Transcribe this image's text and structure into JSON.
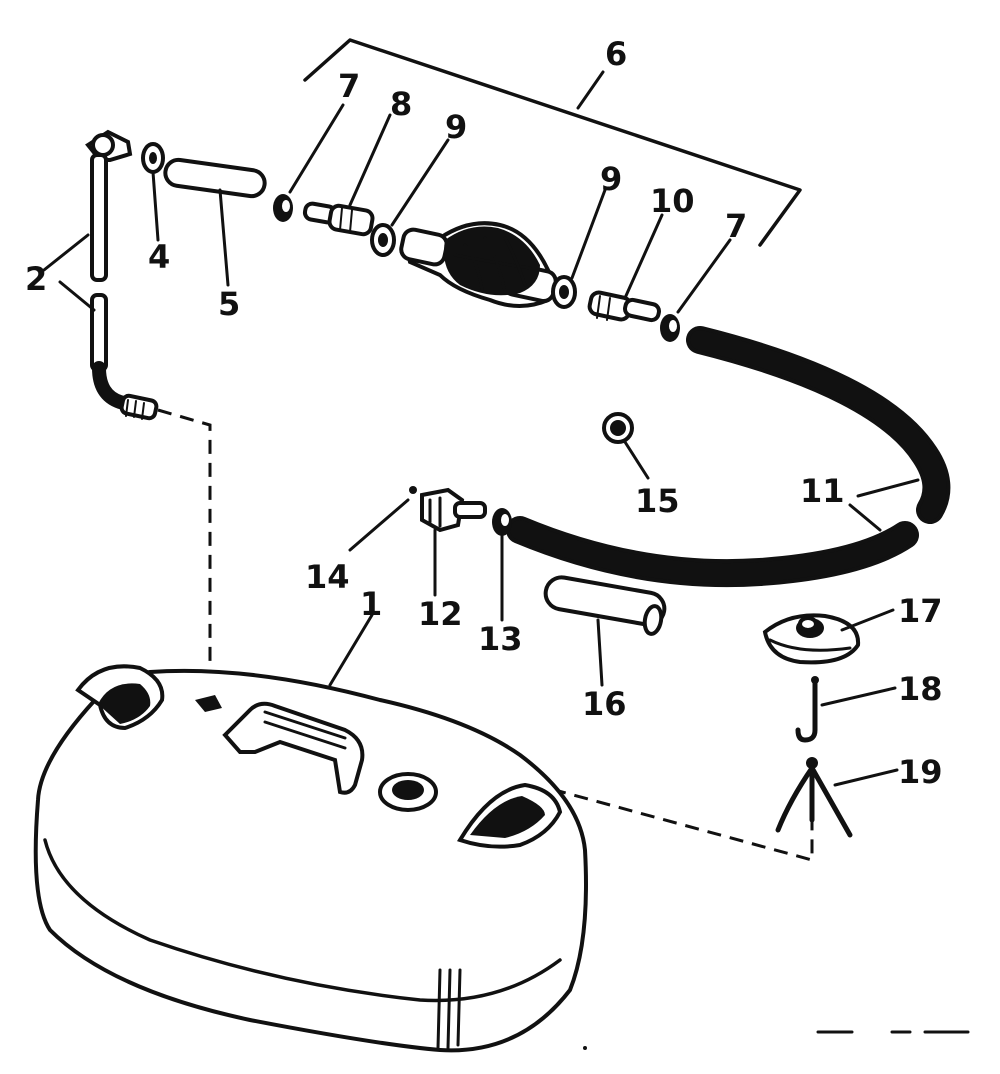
{
  "diagram": {
    "callouts": [
      {
        "id": "1",
        "label": "1"
      },
      {
        "id": "2",
        "label": "2"
      },
      {
        "id": "4",
        "label": "4"
      },
      {
        "id": "5",
        "label": "5"
      },
      {
        "id": "6",
        "label": "6"
      },
      {
        "id": "7a",
        "label": "7"
      },
      {
        "id": "7b",
        "label": "7"
      },
      {
        "id": "8",
        "label": "8"
      },
      {
        "id": "9a",
        "label": "9"
      },
      {
        "id": "9b",
        "label": "9"
      },
      {
        "id": "10",
        "label": "10"
      },
      {
        "id": "11",
        "label": "11"
      },
      {
        "id": "12",
        "label": "12"
      },
      {
        "id": "13",
        "label": "13"
      },
      {
        "id": "14",
        "label": "14"
      },
      {
        "id": "15",
        "label": "15"
      },
      {
        "id": "16",
        "label": "16"
      },
      {
        "id": "17",
        "label": "17"
      },
      {
        "id": "18",
        "label": "18"
      },
      {
        "id": "19",
        "label": "19"
      }
    ]
  }
}
